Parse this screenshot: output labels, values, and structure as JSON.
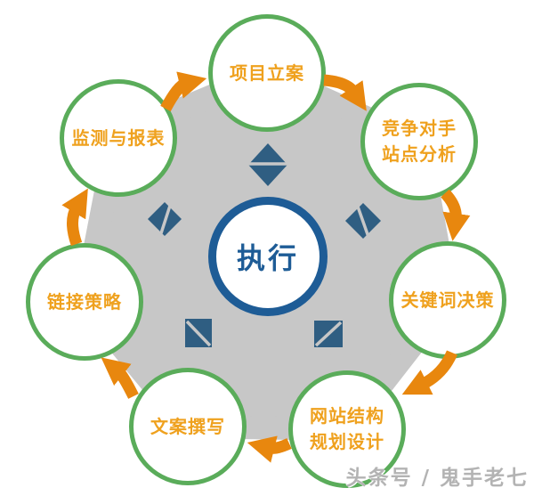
{
  "center": {
    "label": "执行"
  },
  "nodes": [
    {
      "id": "project-filing",
      "lines": [
        "项目立案"
      ]
    },
    {
      "id": "competitor-site-analysis",
      "lines": [
        "竞争对手",
        "站点分析"
      ]
    },
    {
      "id": "keyword-decision",
      "lines": [
        "关键词决策"
      ]
    },
    {
      "id": "site-structure-design",
      "lines": [
        "网站结构",
        "规划设计"
      ]
    },
    {
      "id": "copywriting",
      "lines": [
        "文案撰写"
      ]
    },
    {
      "id": "link-strategy",
      "lines": [
        "链接策略"
      ]
    },
    {
      "id": "monitoring-reporting",
      "lines": [
        "监测与报表"
      ]
    }
  ],
  "watermark": "头条号 / 鬼手老七",
  "colors": {
    "circle_border_green": "#5aac5a",
    "arrow_orange": "#e8870e",
    "label_orange": "#efa11e",
    "center_blue": "#1e5c96",
    "shape_blue": "#2f5e82",
    "blob_gray": "#c7c7c7"
  }
}
